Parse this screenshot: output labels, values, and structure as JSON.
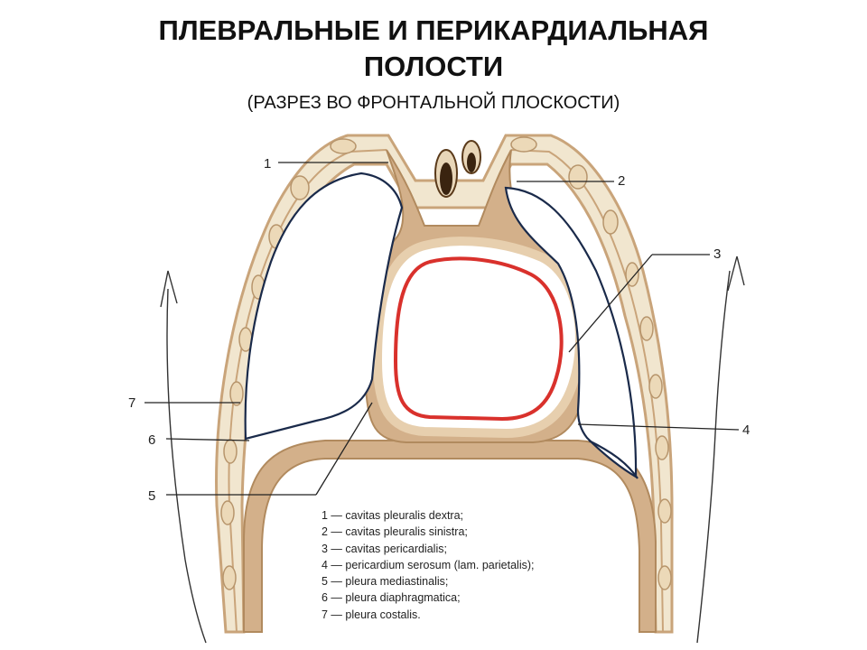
{
  "header": {
    "title_line1": "ПЛЕВРАЛЬНЫЕ И ПЕРИКАРДИАЛЬНАЯ",
    "title_line2": "ПОЛОСТИ",
    "subtitle": "(РАЗРЕЗ ВО ФРОНТАЛЬНОЙ ПЛОСКОСТИ)"
  },
  "diagram": {
    "labels": [
      "1",
      "2",
      "3",
      "4",
      "5",
      "6",
      "7"
    ],
    "legend": [
      "1 — cavitas pleuralis dextra;",
      "2 — cavitas pleuralis sinistra;",
      "3 — cavitas pericardialis;",
      "4 — pericardium serosum (lam. parietalis);",
      "5 — pleura mediastinalis;",
      "6 — pleura diaphragmatica;",
      "7 — pleura costalis."
    ]
  },
  "colors": {
    "wall": "#c9a47a",
    "wall_fill": "#f1e6cf",
    "mediastinum": "#d3b08a",
    "pericardium": "#d9312c",
    "pleura": "#1a2a4a",
    "bone": "#ecd9b8"
  }
}
